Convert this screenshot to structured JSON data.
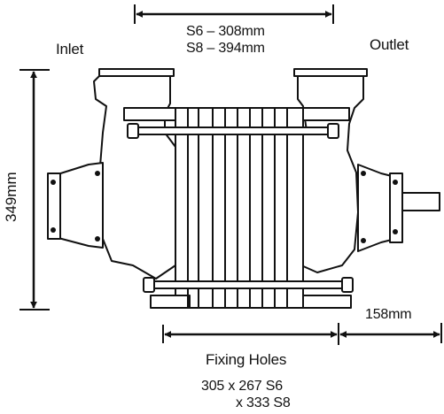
{
  "labels": {
    "inlet": "Inlet",
    "outlet": "Outlet",
    "length_s6": "S6 – 308mm",
    "length_s8": "S8 – 394mm",
    "height": "349mm",
    "shaft_extension": "158mm",
    "fixing_holes_title": "Fixing Holes",
    "fixing_holes_line1": "305 x 267 S6",
    "fixing_holes_line2": "x 333 S8"
  },
  "colors": {
    "ink": "#111111",
    "paper": "#ffffff"
  }
}
